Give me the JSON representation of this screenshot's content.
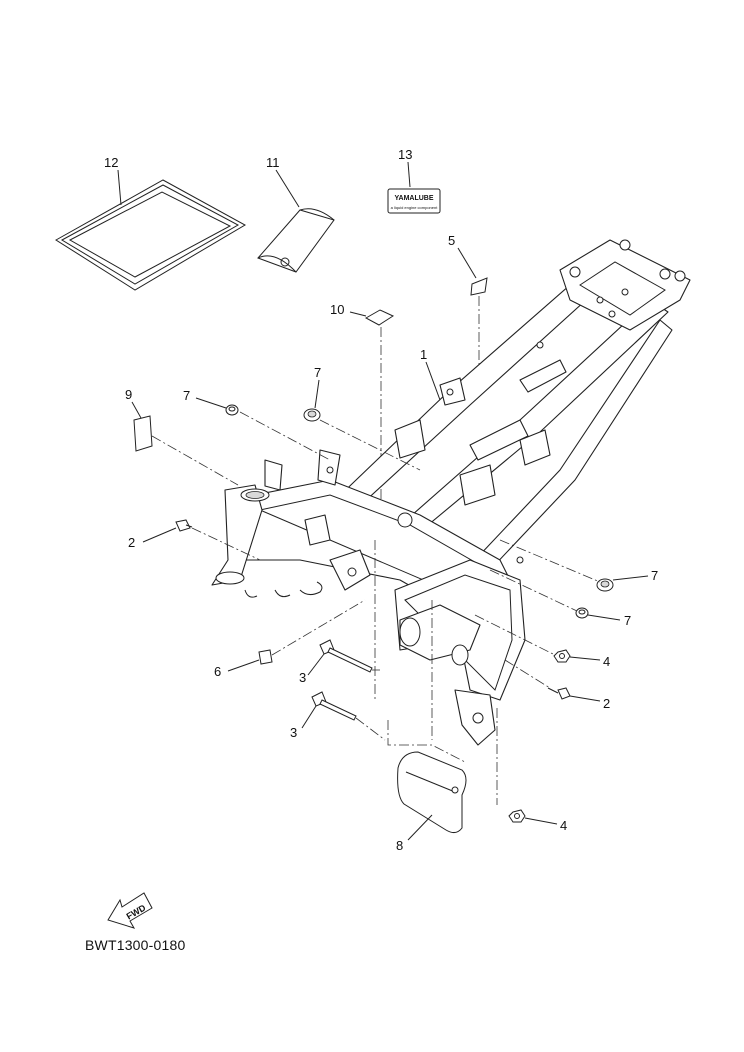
{
  "diagram_code": "BWT1300-0180",
  "fwd_label": "FWD",
  "sticker_text": "YAMALUBE",
  "sticker_subtext": "a liquid engine component",
  "callouts": {
    "c12": "12",
    "c11": "11",
    "c13": "13",
    "c5": "5",
    "c10": "10",
    "c1": "1",
    "c7a": "7",
    "c7b": "7",
    "c9": "9",
    "c2a": "2",
    "c7c": "7",
    "c7d": "7",
    "c6": "6",
    "c3a": "3",
    "c4a": "4",
    "c2b": "2",
    "c3b": "3",
    "c4b": "4",
    "c8": "8"
  }
}
